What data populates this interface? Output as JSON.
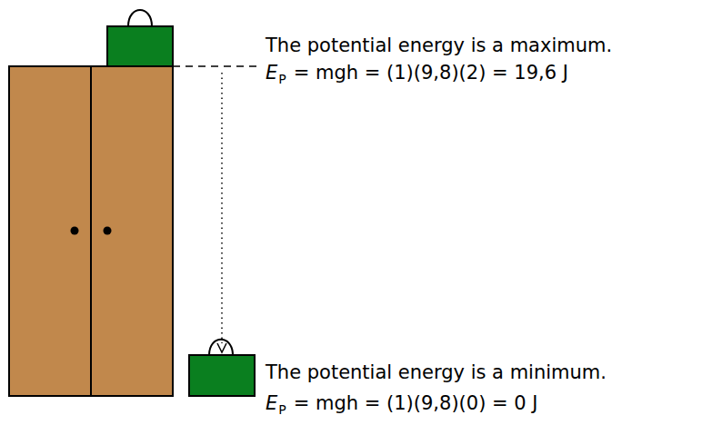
{
  "diagram": {
    "labels": [
      "The potential energy is a maximum.",
      "E",
      "P",
      "= mgh = (1)(9,8)(2) = 19,6 J",
      "The potential energy is a minimum.",
      "E",
      "P",
      "= mgh = (1)(9,8)(0) = 0 J"
    ]
  }
}
